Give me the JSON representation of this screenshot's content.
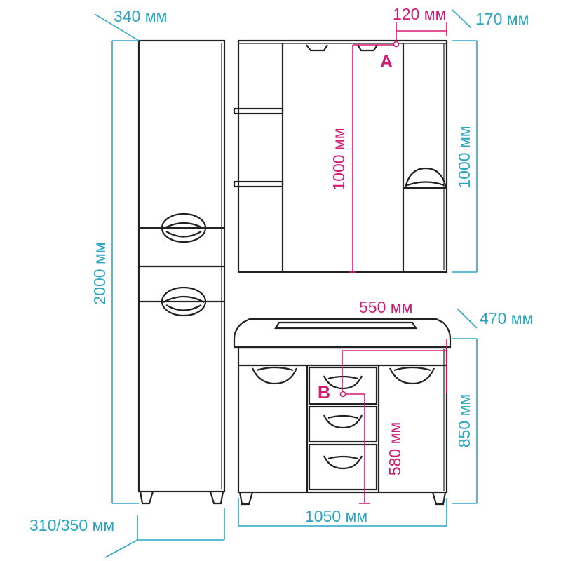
{
  "colors": {
    "outline": "#222222",
    "dimension_cyan": "#2aa5c2",
    "dimension_magenta": "#d31a74",
    "background": "#ffffff"
  },
  "dimensions": {
    "tall_cabinet_depth": "340 мм",
    "tall_cabinet_height": "2000 мм",
    "tall_cabinet_width": "310/350 мм",
    "mirror_depth": "170 мм",
    "mirror_height": "1000 мм",
    "mirror_point_a_offset": "120 мм",
    "mirror_point_a_height": "1000 мм",
    "vanity_depth": "470 мм",
    "vanity_height": "850 мм",
    "vanity_width": "1050 мм",
    "vanity_point_b_offset": "550 мм",
    "vanity_point_b_height": "580 мм"
  },
  "points": {
    "a": "A",
    "b": "B"
  }
}
